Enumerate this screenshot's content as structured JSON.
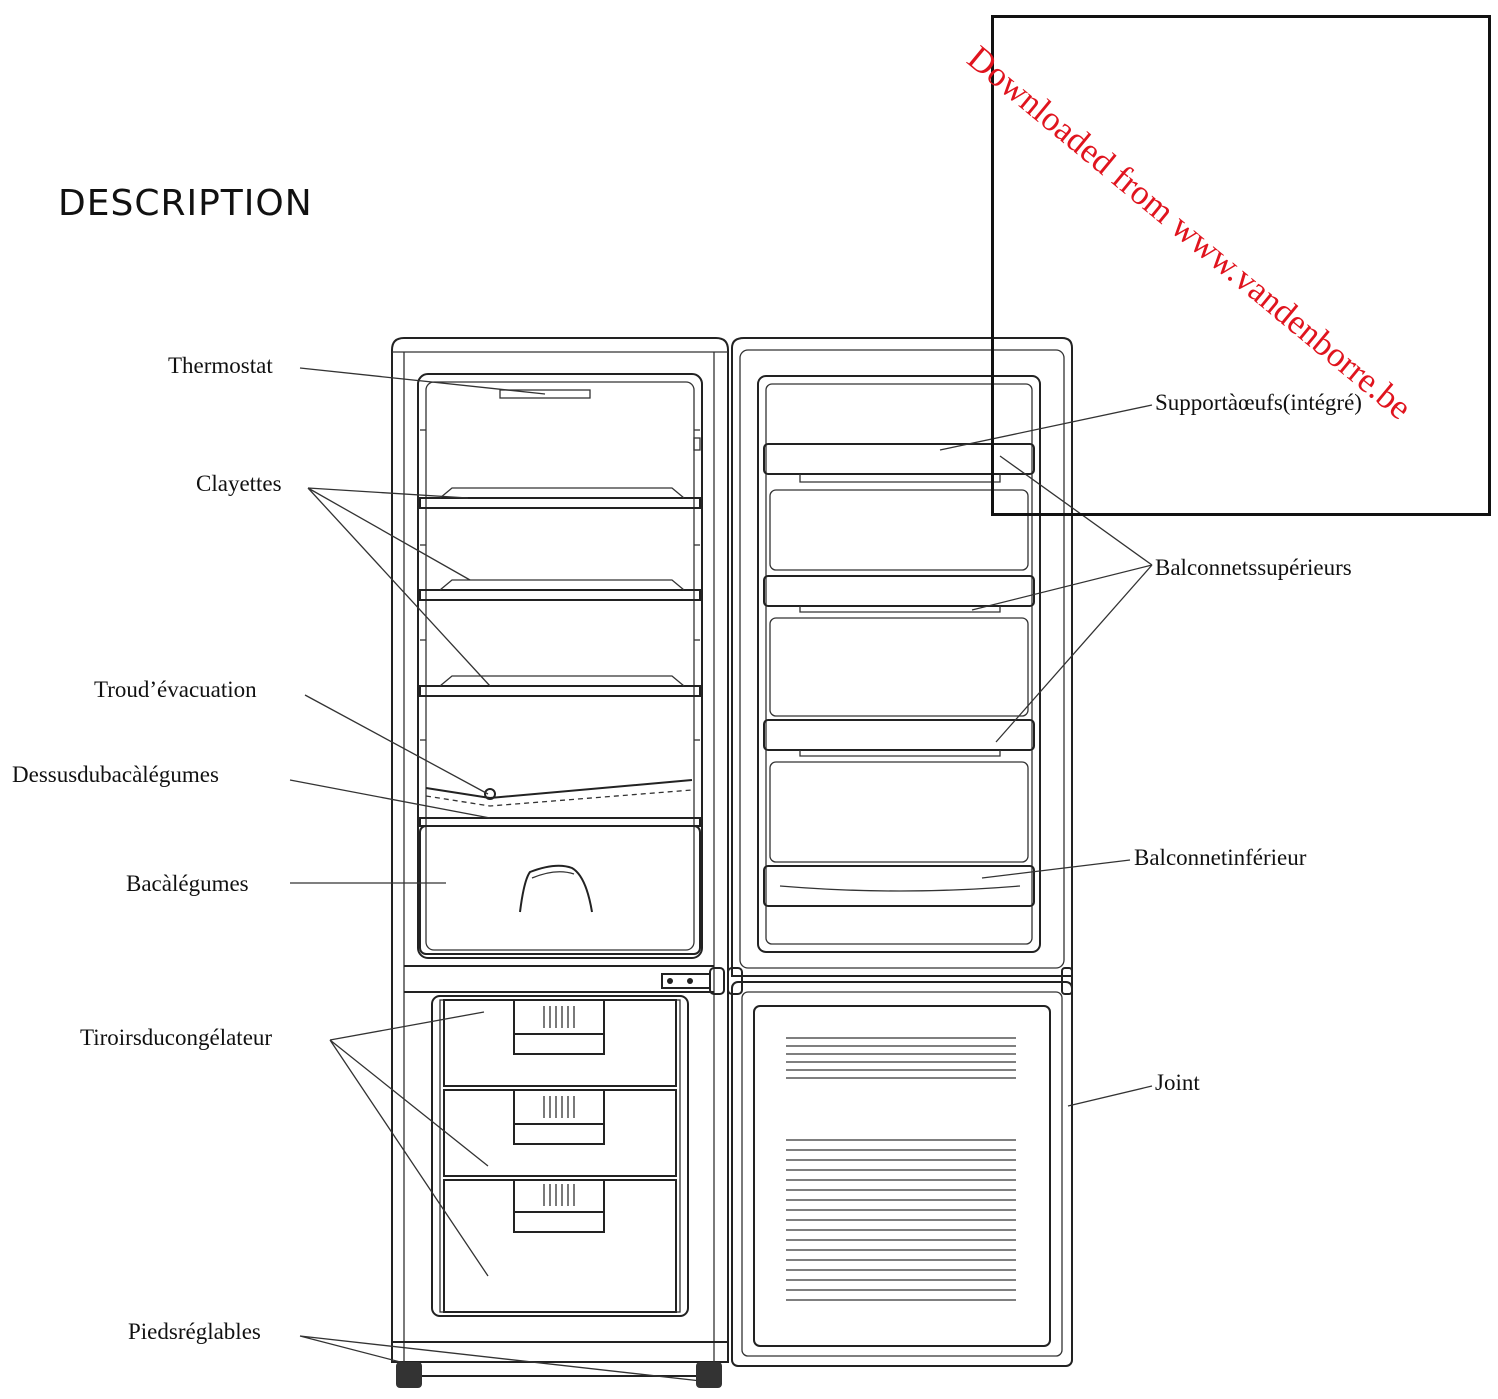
{
  "title": "DESCRIPTION",
  "labels": {
    "thermostat": "Thermostat",
    "clayettes": "Clayettes",
    "trou_evacuation": "Troud’évacuation",
    "dessus_bac": "Dessusdubacàlégumes",
    "bac_legumes": "Bacàlégumes",
    "tiroirs": "Tiroirsducongélateur",
    "pieds": "Piedsréglables",
    "support_oeufs": "Supportàœufs(intégré)",
    "balconnets_sup": "Balconnetssupérieurs",
    "balconnet_inf": "Balconnetinférieur",
    "joint": "Joint"
  },
  "watermark": "Downloaded from www.vandenborre.be"
}
